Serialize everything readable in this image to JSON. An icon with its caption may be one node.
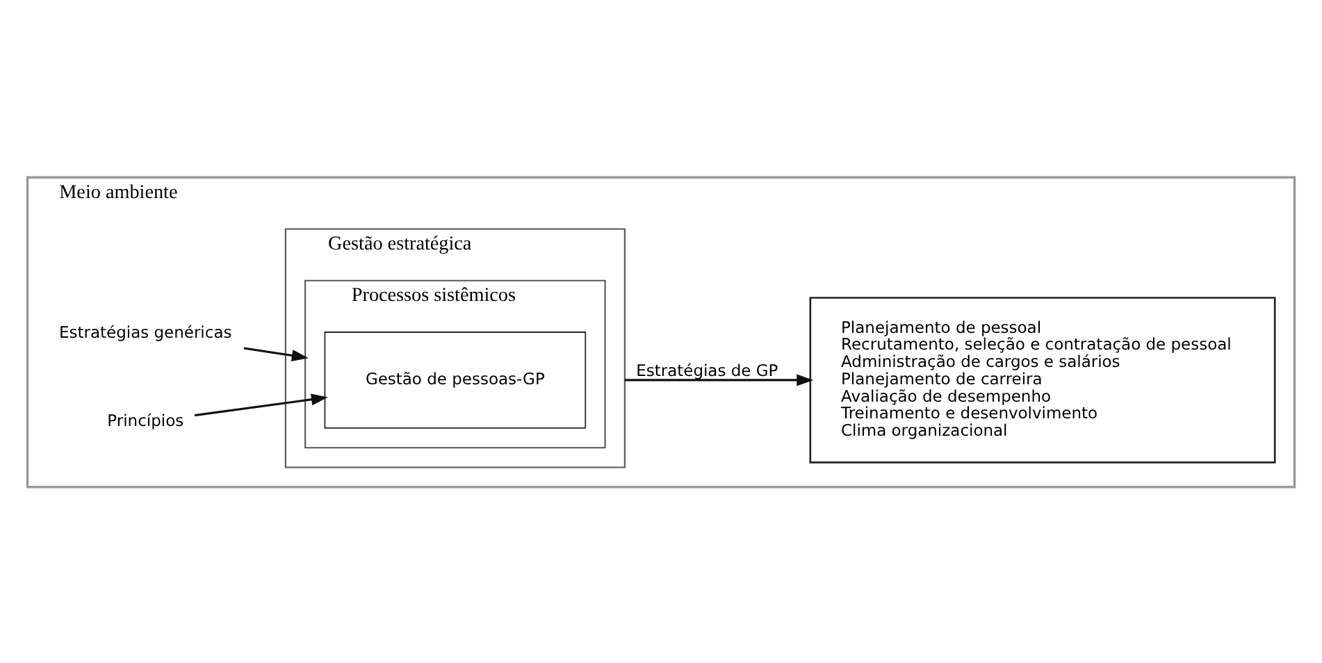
{
  "diagram": {
    "nodes": [
      {
        "text": [
          "Meio ambiente"
        ]
      },
      {
        "text": [
          "Estratégias genéricas"
        ],
        "in": 0
      },
      {
        "text": [
          "Princípios"
        ],
        "in": 0
      },
      {
        "text": [
          "Gestão estratégica"
        ],
        "in": 0
      },
      {
        "text": [
          "Processos sistêmicos"
        ],
        "in": 3
      },
      {
        "text": [
          "Gestão de pessoas-GP"
        ],
        "in": 4
      },
      {
        "text": [
          "Planejamento de pessoal",
          "Recrutamento, seleção e contratação de pessoal",
          "Administração de cargos e salários",
          "Planejamento de carreira",
          "Avaliação de desempenho",
          "Treinamento e desenvolvimento",
          "Clima organizacional"
        ],
        "in": 0
      }
    ],
    "edges": [
      {
        "from": 1,
        "to": 4,
        "arrow": "to"
      },
      {
        "from": 2,
        "to": 5,
        "arrow": "to"
      },
      {
        "from": 3,
        "to": 6,
        "arrow": "to",
        "label": "Estratégias de GP"
      }
    ]
  }
}
